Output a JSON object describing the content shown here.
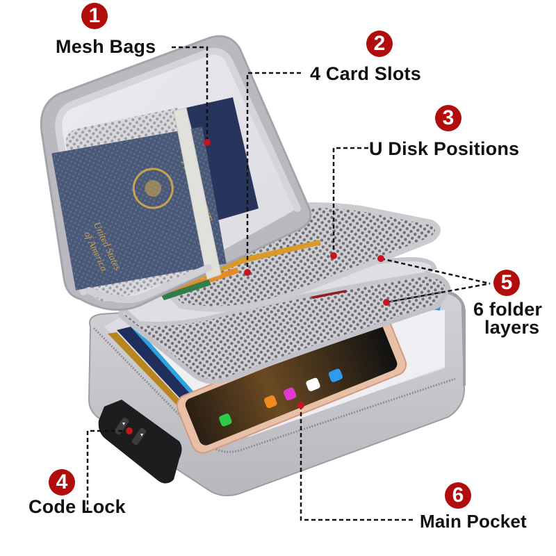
{
  "image": {
    "type": "product-feature-infographic",
    "subject": "fireproof document organizer bag",
    "background_color": "#ffffff"
  },
  "colors": {
    "badge": "#b10d0d",
    "badge_text": "#ffffff",
    "label_text": "#111111",
    "leader_line": "#111111",
    "leader_dot": "#c4161c",
    "case_fabric": "#c9c9cd",
    "case_shadow": "#a7a7ad",
    "lining": "#e4e4ea",
    "mesh": "#bdbdc2",
    "passport_blue": "#3b4a6b",
    "passport_gold": "#c9a24e",
    "lock_black": "#1d1d1f"
  },
  "callouts": [
    {
      "number": "1",
      "label": "Mesh Bags"
    },
    {
      "number": "2",
      "label": "4 Card Slots"
    },
    {
      "number": "3",
      "label": "U Disk Positions"
    },
    {
      "number": "4",
      "label": "Code Lock"
    },
    {
      "number": "5",
      "label_line1": "6 folder",
      "label_line2": "layers"
    },
    {
      "number": "6",
      "label": "Main Pocket"
    }
  ],
  "product": {
    "passport_text": {
      "title": "PASSPORT",
      "country_line1": "United States",
      "country_line2": "of America"
    }
  }
}
